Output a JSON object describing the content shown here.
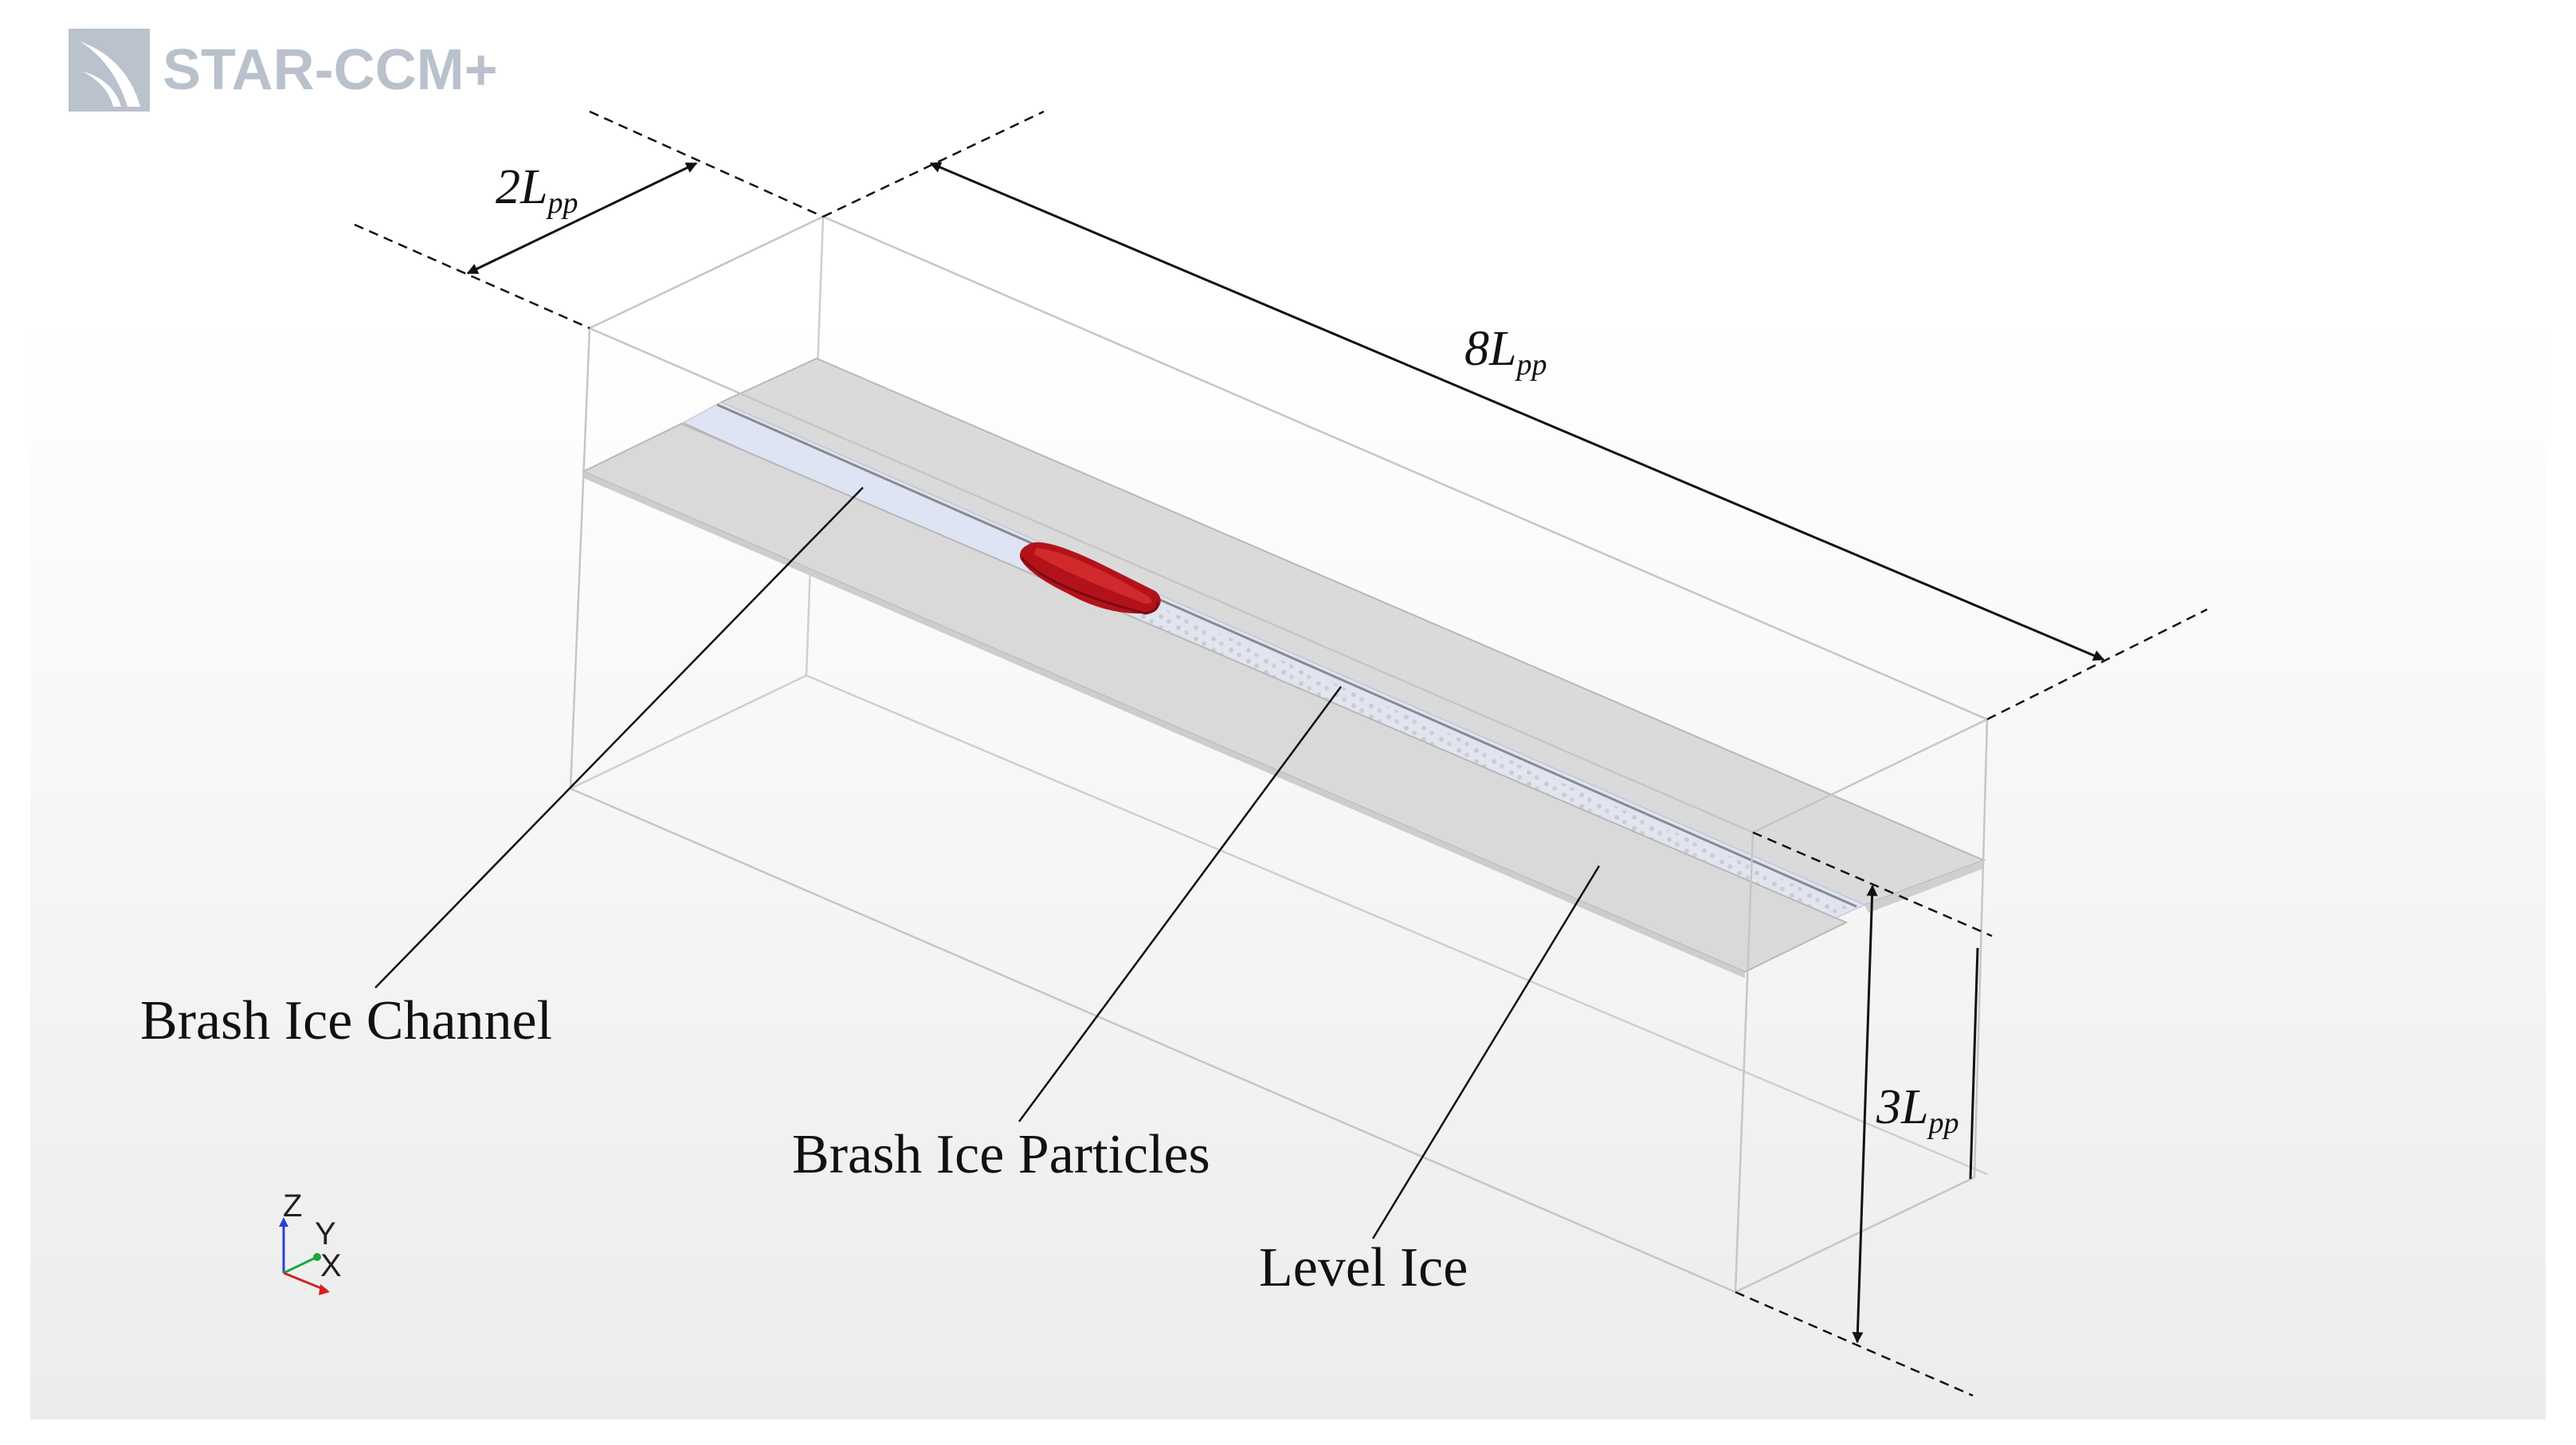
{
  "logo": {
    "text": "STAR-CCM+",
    "icon": "star-ccm-sail-logo"
  },
  "dimensions": {
    "width": {
      "main": "2L",
      "sub": "pp"
    },
    "length": {
      "main": "8L",
      "sub": "pp"
    },
    "depth": {
      "main": "3L",
      "sub": "pp"
    }
  },
  "callouts": {
    "brash_ice_channel": "Brash Ice Channel",
    "brash_ice_particles": "Brash Ice Particles",
    "level_ice": "Level Ice"
  },
  "axis_triad": {
    "z": "Z",
    "y": "Y",
    "x": "X"
  },
  "colors": {
    "ship_hull": "#b3121a",
    "ice_sheet": "#d9d9d9",
    "channel": "#dde3f3",
    "domain_edges": "#c8c8c8",
    "annotation_lines": "#111111",
    "logo": "#b8c1cc",
    "axis_z": "#2b3fd6",
    "axis_y": "#1aa83a",
    "axis_x": "#d42020"
  }
}
